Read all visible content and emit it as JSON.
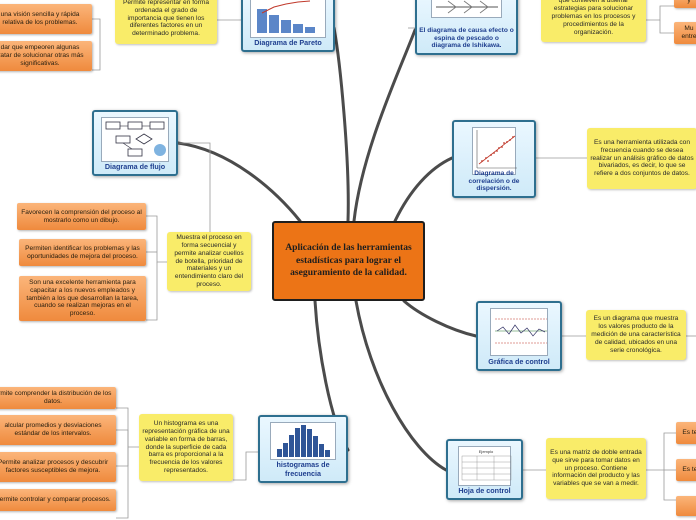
{
  "central": {
    "title": "Aplicación de las herramientas estadísticas para lograr el aseguramiento de la calidad."
  },
  "topics": {
    "pareto": {
      "label": "Diagrama de Pareto",
      "icon": "bar-chart-thumbnail"
    },
    "ishikawa": {
      "label": "El diagrama de causa efecto o espina de pescado o diagrama de Ishikawa.",
      "icon": "fishbone-thumbnail"
    },
    "flujo": {
      "label": "Diagrama de flujo",
      "icon": "flowchart-thumbnail"
    },
    "correlacion": {
      "label": "Diagrama de correlación o de dispersión.",
      "icon": "scatter-plot-thumbnail"
    },
    "control": {
      "label": "Gráfica de control",
      "icon": "control-chart-thumbnail"
    },
    "histograma": {
      "label": "histogramas de frecuencia",
      "icon": "histogram-thumbnail"
    },
    "hoja": {
      "label": "Hoja de control",
      "icon": "tally-sheet-thumbnail",
      "sheet_title": "Ejemplo"
    }
  },
  "descriptions": {
    "pareto": "Permite representar en forma ordenada el grado de importancia que tienen los diferentes factores en un determinado problema.",
    "ishikawa": "que conlleven a diseñar estrategias para solucionar problemas en los procesos y procedimientos de la organización.",
    "flujo": "Muestra el proceso en forma secuencial y permite analizar cuellos de botella, prioridad de materiales y un entendimiento claro del proceso.",
    "correlacion": "Es una herramienta utilizada con frecuencia cuando se desea realizar un análisis gráfico de datos bivariados, es decir, lo que se refiere a dos conjuntos de datos.",
    "control": "Es un diagrama que muestra los valores producto de la medición de una característica de calidad, ubicados en una serie cronológica.",
    "histograma": "Un histograma es una representación gráfica de una variable en forma de barras, donde la superficie de cada barra es proporcional a la frecuencia de los valores representados.",
    "hoja": "Es una matriz de doble entrada que sirve para tomar datos en un proceso. Contiene información del producto y las variables que se van a medir."
  },
  "details": {
    "pareto": [
      "una visión sencilla y rápida relativa de los problemas.",
      "dar que empeoren algunas tratar de solucionar otras más significativas."
    ],
    "flujo": [
      "Favorecen la comprensión del proceso al mostrarlo como un dibujo.",
      "Permiten identificar los problemas y las oportunidades de mejora del proceso.",
      "Son una excelente herramienta para capacitar a los nuevos empleados y también a los que desarrollan la tarea, cuando se realizan mejoras en el proceso."
    ],
    "histograma": [
      "ermite comprender la distribución de los datos.",
      "alcular promedios y desviaciones estándar de los intervalos.",
      "Permite analizar procesos y descubrir factores susceptibles de mejora.",
      "Permite controlar y comparar procesos."
    ],
    "ishikawa": [
      "y",
      "Mu entre"
    ],
    "hoja": [
      "Es ter",
      "Es ter"
    ]
  }
}
